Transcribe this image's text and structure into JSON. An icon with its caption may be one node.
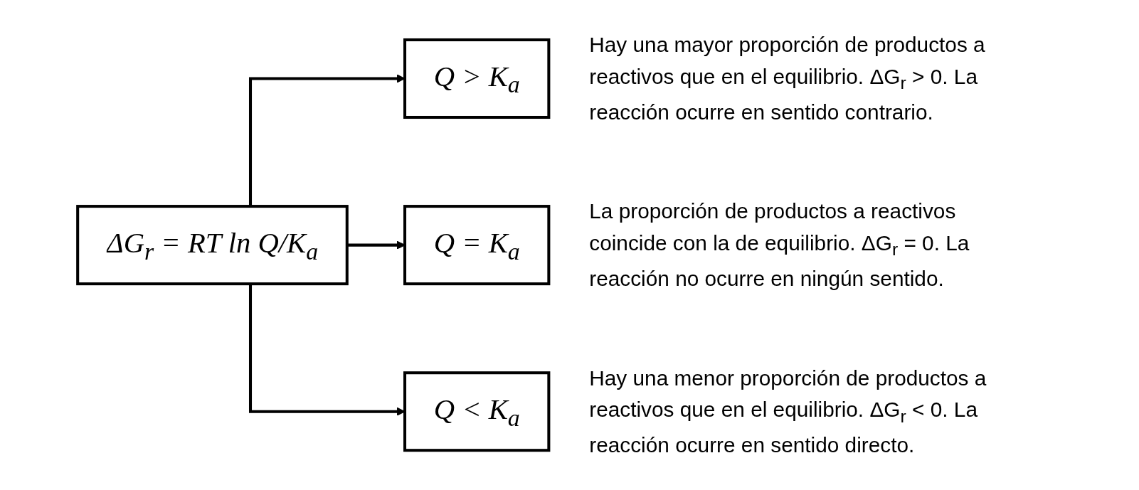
{
  "diagram": {
    "nodes": [
      {
        "text": [
          "ΔG$_{r}$ = RT ln Q/K$_{a}$"
        ]
      },
      {
        "text": [
          "Q > K$_{a}$"
        ],
        "beside": [
          "Hay una mayor proporción de productos a reactivos que en el equilibrio. ΔG$_{r}$ > 0. La reacción ocurre en sentido contrario."
        ]
      },
      {
        "text": [
          "Q = K$_{a}$"
        ],
        "beside": [
          "La proporción de productos a reactivos coincide con la de equilibrio. ΔG$_{r}$ = 0. La reacción no ocurre en ningún sentido."
        ]
      },
      {
        "text": [
          "Q < K$_{a}$"
        ],
        "beside": [
          "Hay una menor proporción de productos a reactivos que en el equilibrio. ΔG$_{r}$ < 0. La reacción ocurre en sentido directo."
        ]
      }
    ],
    "edges": [
      {
        "from": 0,
        "to": 1,
        "arrow": "to"
      },
      {
        "from": 0,
        "to": 2,
        "arrow": "to"
      },
      {
        "from": 0,
        "to": 3,
        "arrow": "to"
      }
    ]
  }
}
